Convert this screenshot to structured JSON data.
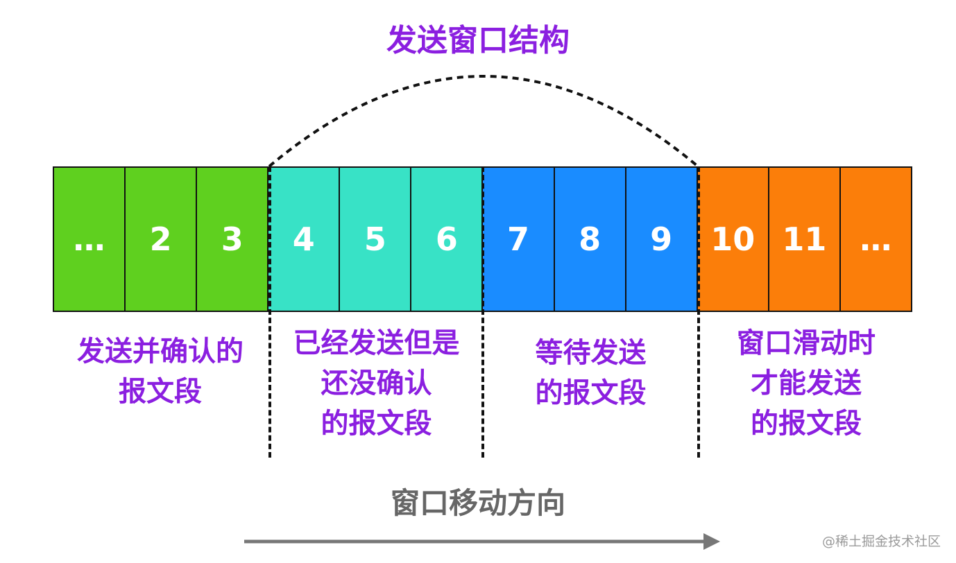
{
  "title": "发送窗口结构",
  "cells": [
    "…",
    "2",
    "3",
    "4",
    "5",
    "6",
    "7",
    "8",
    "9",
    "10",
    "11",
    "…"
  ],
  "groups": [
    {
      "label": "发送并确认的\n报文段",
      "color": "#5fd01f"
    },
    {
      "label": "已经发送但是\n还没确认\n的报文段",
      "color": "#38e2c6"
    },
    {
      "label": "等待发送\n的报文段",
      "color": "#1a8cff"
    },
    {
      "label": "窗口滑动时\n才能发送\n的报文段",
      "color": "#fb7e0a"
    }
  ],
  "direction_label": "窗口移动方向",
  "watermark": "@稀土掘金技术社区",
  "colors": {
    "title": "#8b1fe0",
    "labels": "#8b1fe0",
    "direction": "#666666"
  }
}
